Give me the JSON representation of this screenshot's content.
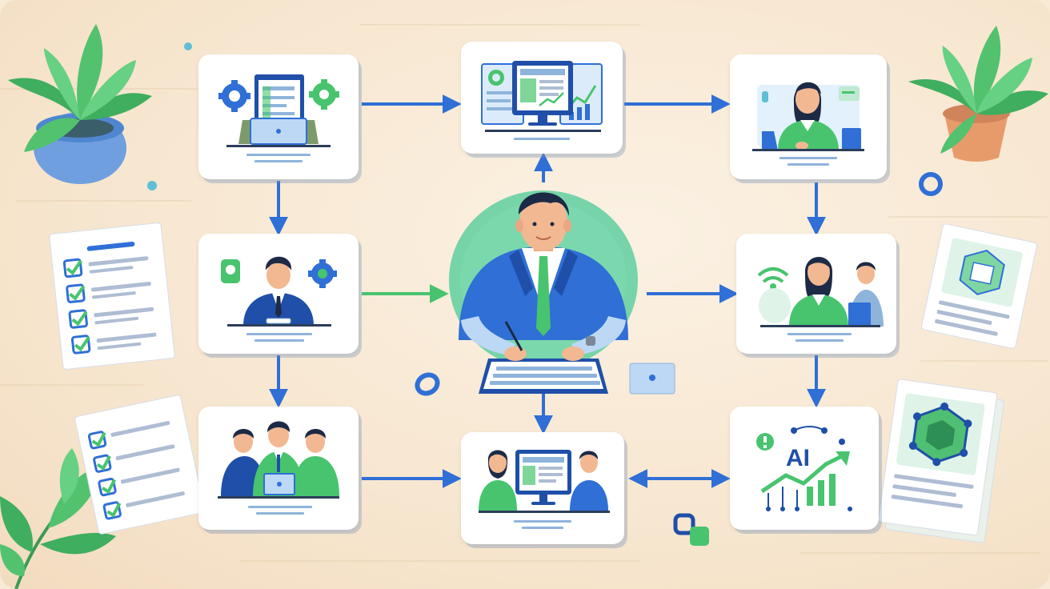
{
  "colors": {
    "blue": "#2f6fd6",
    "dark_blue": "#1f4fa8",
    "green": "#48c46e",
    "light_green": "#8fdcab",
    "teal": "#5fcfa0",
    "card": "#ffffff",
    "background": "#f8ead6"
  },
  "icons": {
    "ai_chart": "AI"
  },
  "diagram": {
    "nodes": [
      {
        "id": "n1",
        "label": "laptop-with-gears"
      },
      {
        "id": "n2",
        "label": "dashboard-monitor"
      },
      {
        "id": "n3",
        "label": "woman-at-desk"
      },
      {
        "id": "n4",
        "label": "man-presenting"
      },
      {
        "id": "center",
        "label": "businessman-typing"
      },
      {
        "id": "n5",
        "label": "wifi-pair"
      },
      {
        "id": "n6",
        "label": "team-meeting"
      },
      {
        "id": "n7",
        "label": "pair-at-monitor"
      },
      {
        "id": "n8",
        "label": "ai-growth-chart"
      }
    ],
    "edges": [
      [
        "n1",
        "n2"
      ],
      [
        "n2",
        "n3"
      ],
      [
        "n1",
        "n4"
      ],
      [
        "n4",
        "n6"
      ],
      [
        "n4",
        "center"
      ],
      [
        "center",
        "n2"
      ],
      [
        "center",
        "n5"
      ],
      [
        "center",
        "n7"
      ],
      [
        "n3",
        "n5"
      ],
      [
        "n5",
        "n8"
      ],
      [
        "n6",
        "n7"
      ],
      [
        "n7",
        "n8"
      ]
    ]
  }
}
